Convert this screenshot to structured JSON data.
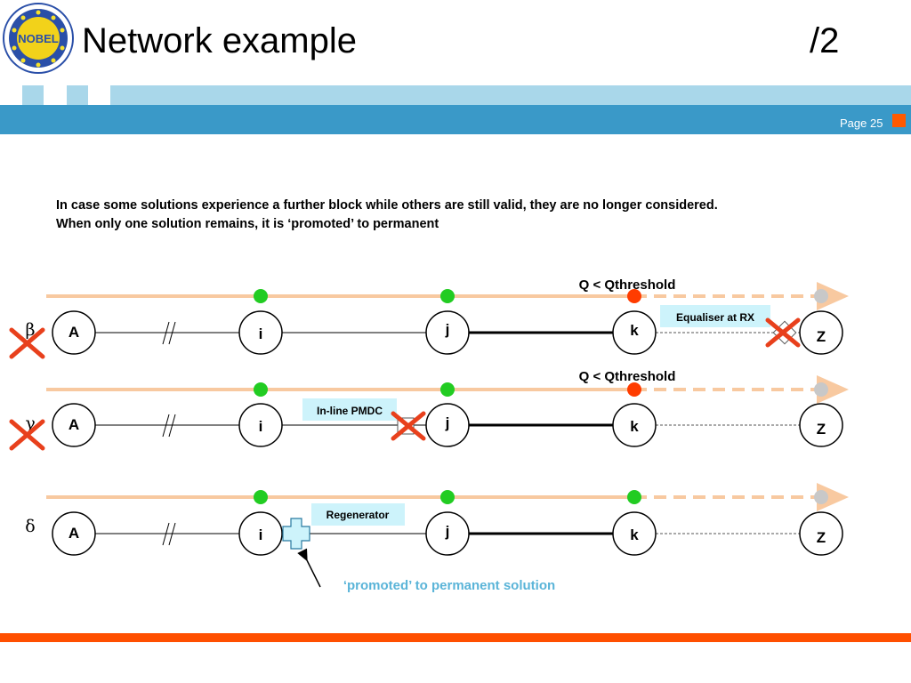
{
  "slide": {
    "title": "Network example",
    "number": "/2",
    "page_label": "Page 25",
    "logo_text": "NOBEL",
    "intro_line1": "In case some  solutions experience a further block while others are still valid, they are no longer considered.",
    "intro_line2": "When only one solution remains, it is ‘promoted’ to permanent"
  },
  "rows": [
    {
      "symbol": "β",
      "q_label": "Q < Qthreshold",
      "device_label": "Equaliser at RX",
      "nodes": [
        "A",
        "i",
        "j",
        "k",
        "Z"
      ],
      "dot_status": [
        "green",
        "green",
        "red",
        "gray"
      ]
    },
    {
      "symbol": "γ",
      "q_label": "Q < Qthreshold",
      "device_label": "In-line PMDC",
      "nodes": [
        "A",
        "i",
        "j",
        "k",
        "Z"
      ],
      "dot_status": [
        "green",
        "green",
        "red",
        "gray"
      ]
    },
    {
      "symbol": "δ",
      "device_label": "Regenerator",
      "nodes": [
        "A",
        "i",
        "j",
        "k",
        "Z"
      ],
      "dot_status": [
        "green",
        "green",
        "green",
        "gray"
      ]
    }
  ],
  "promoted_label": "‘promoted’ to permanent solution",
  "colors": {
    "green": "#22cc22",
    "red": "#ff3c00",
    "gray": "#c8c8c8",
    "track": "#f8c9a0",
    "band_dark": "#3a99c8",
    "band_light": "#a9d7ea",
    "accent_orange": "#ff4f00",
    "label_box": "#cdf3fb",
    "cross": "#e8401c",
    "promoted_text": "#5ab4d8"
  }
}
